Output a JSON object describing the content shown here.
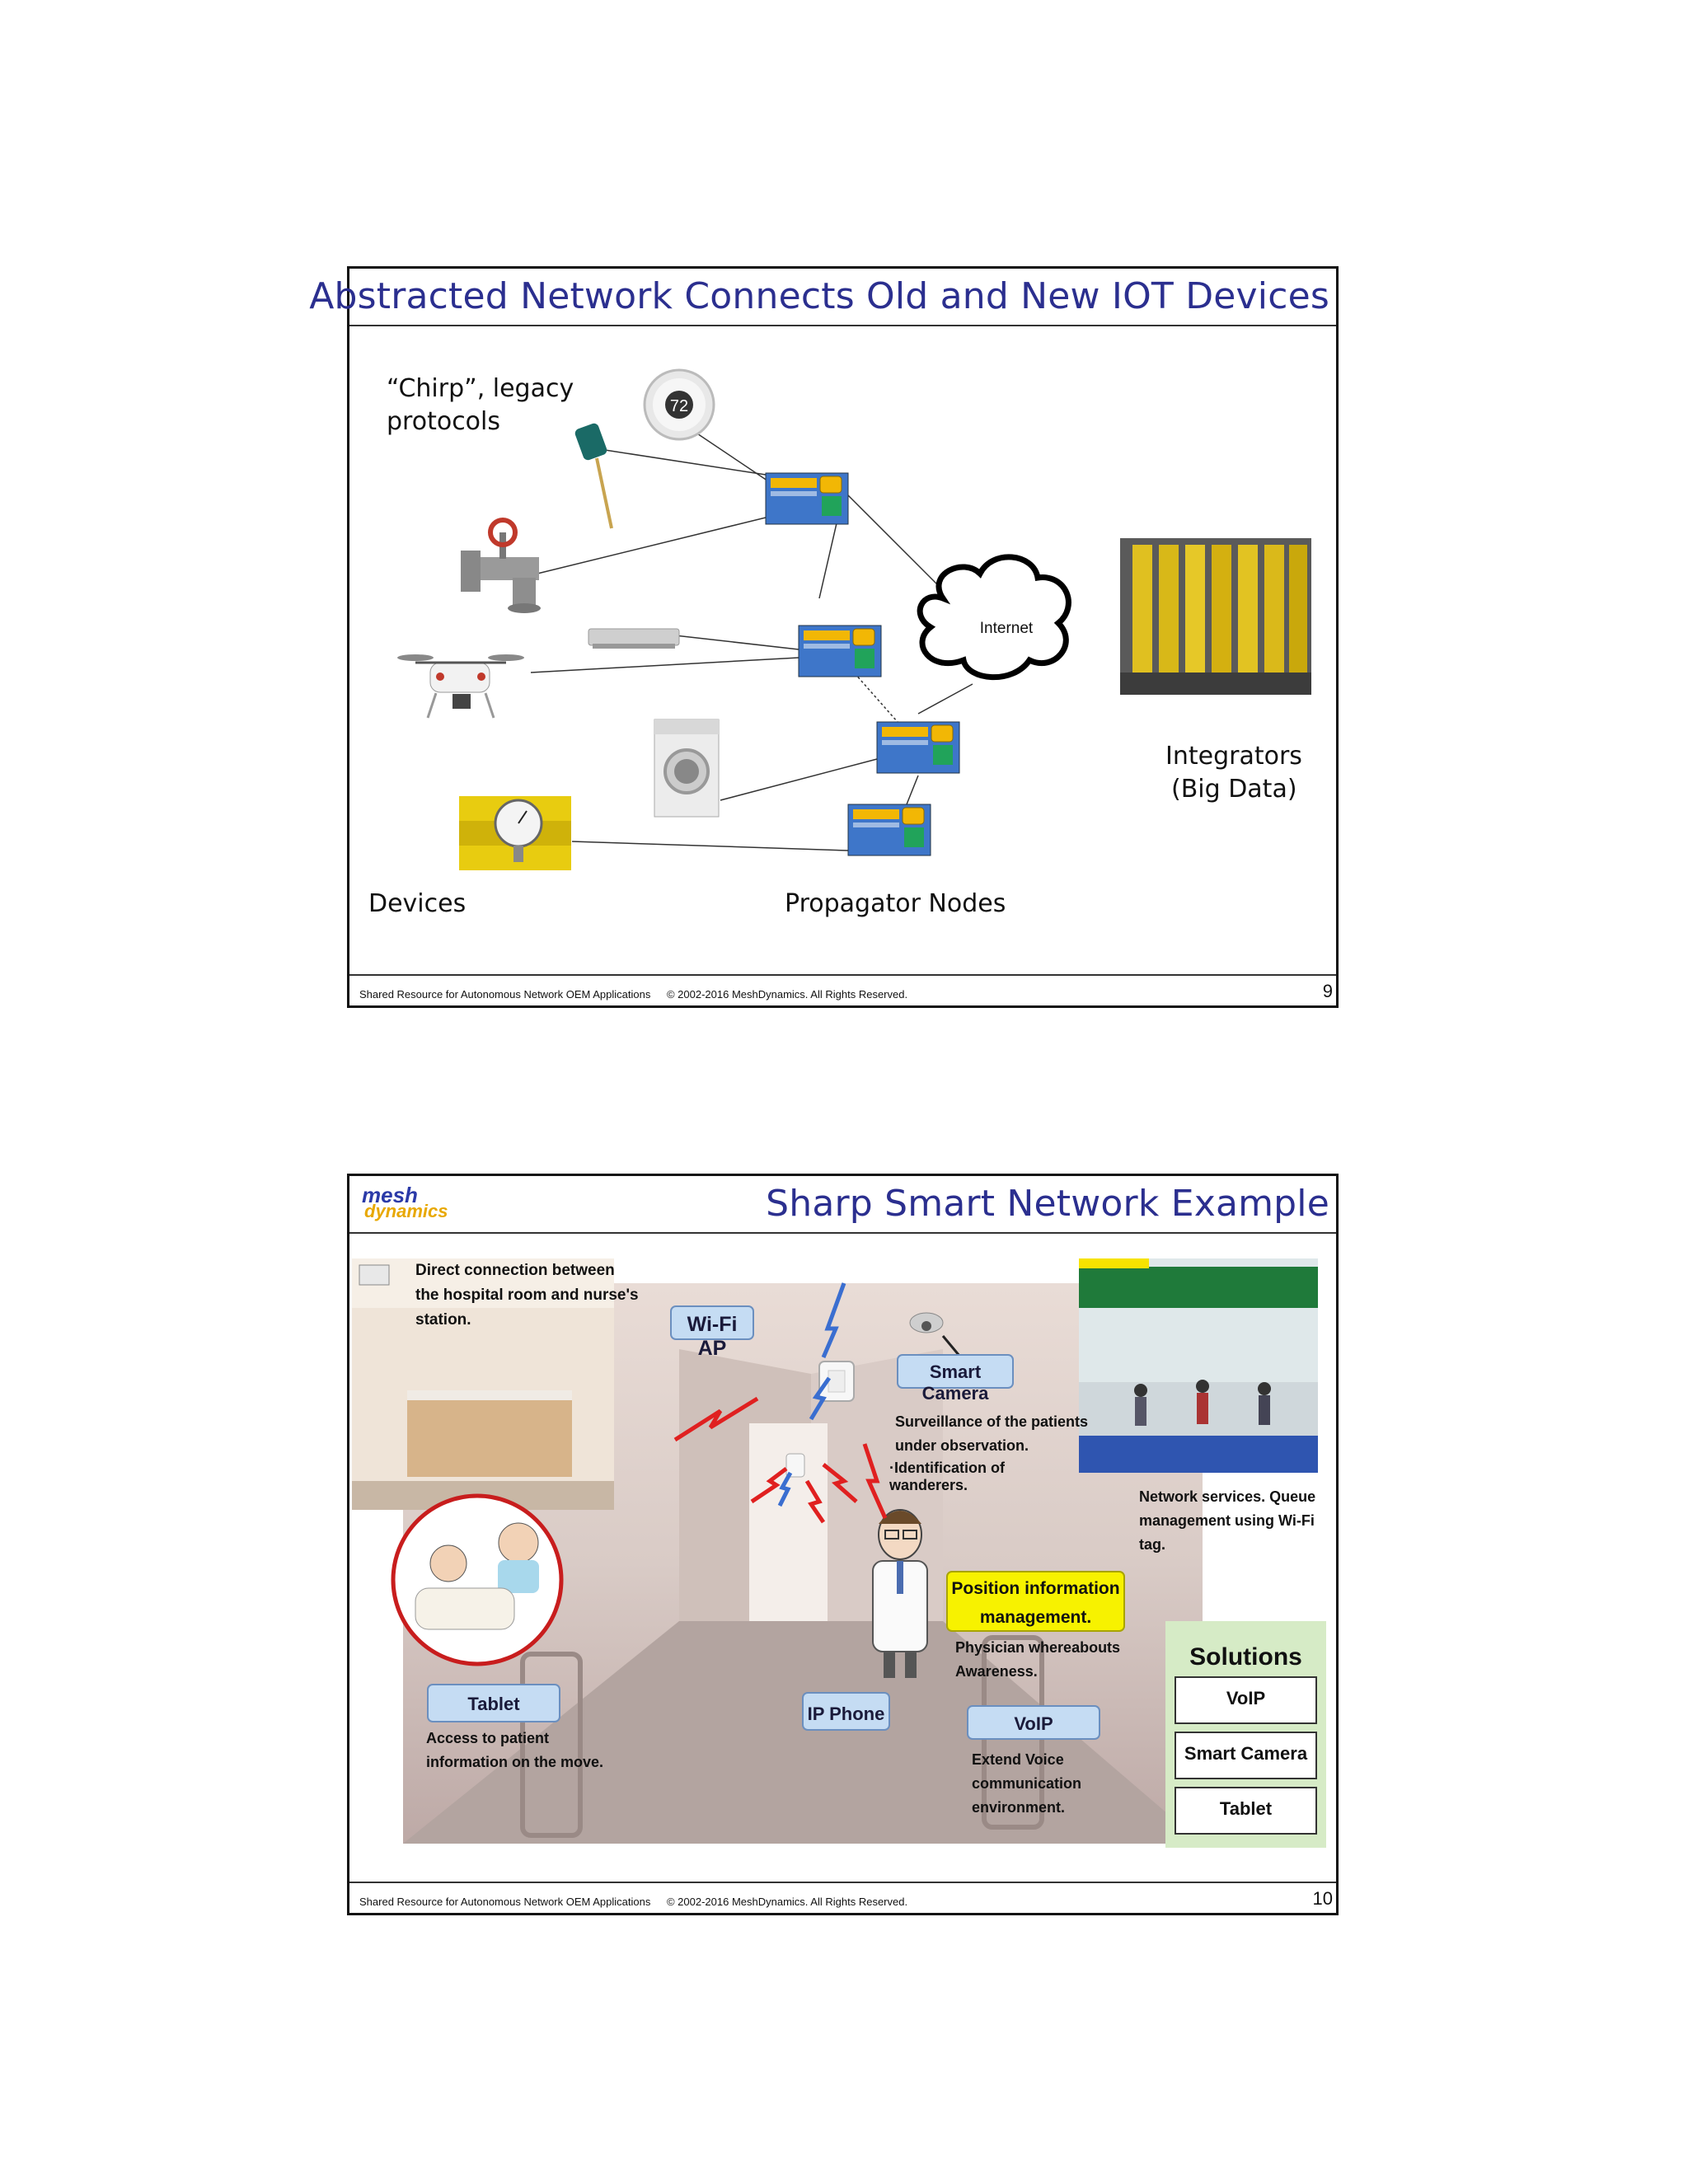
{
  "slide1": {
    "title": "Abstracted Network Connects Old and New IOT Devices",
    "labels": {
      "chirp_line1": "“Chirp”, legacy",
      "chirp_line2": "protocols",
      "integrators_line1": "Integrators",
      "integrators_line2": "(Big Data)",
      "devices": "Devices",
      "propagator_nodes": "Propagator Nodes",
      "internet": "Internet",
      "thermostat_reading": "72"
    },
    "footer": {
      "text": "Shared Resource for Autonomous Network OEM Applications",
      "copyright": "© 2002-2016 MeshDynamics. All Rights Reserved.",
      "page": "9"
    }
  },
  "slide2": {
    "logo_top": "mesh",
    "logo_bottom": "dynamics",
    "title": "Sharp Smart Network Example",
    "callouts": {
      "direct_connection": "Direct connection between the hospital room and nurse's station.",
      "wifi_ap": "Wi-Fi AP",
      "smart_camera": "Smart Camera",
      "surveillance_1": "Surveillance of the patients under observation.",
      "surveillance_2": "·Identification of wanderers.",
      "network_services": "Network services. Queue management using Wi-Fi tag.",
      "position_info": "Position information management.",
      "physician": "Physician whereabouts Awareness.",
      "tablet": "Tablet",
      "tablet_desc": "Access to patient information on the move.",
      "ip_phone": "IP Phone",
      "voip": "VoIP",
      "voip_desc": "Extend Voice communication environment."
    },
    "solutions": {
      "heading": "Solutions",
      "items": [
        "VoIP",
        "Smart Camera",
        "Tablet"
      ]
    },
    "footer": {
      "text": "Shared Resource for Autonomous Network OEM Applications",
      "copyright": "© 2002-2016 MeshDynamics. All Rights Reserved.",
      "page": "10"
    }
  }
}
